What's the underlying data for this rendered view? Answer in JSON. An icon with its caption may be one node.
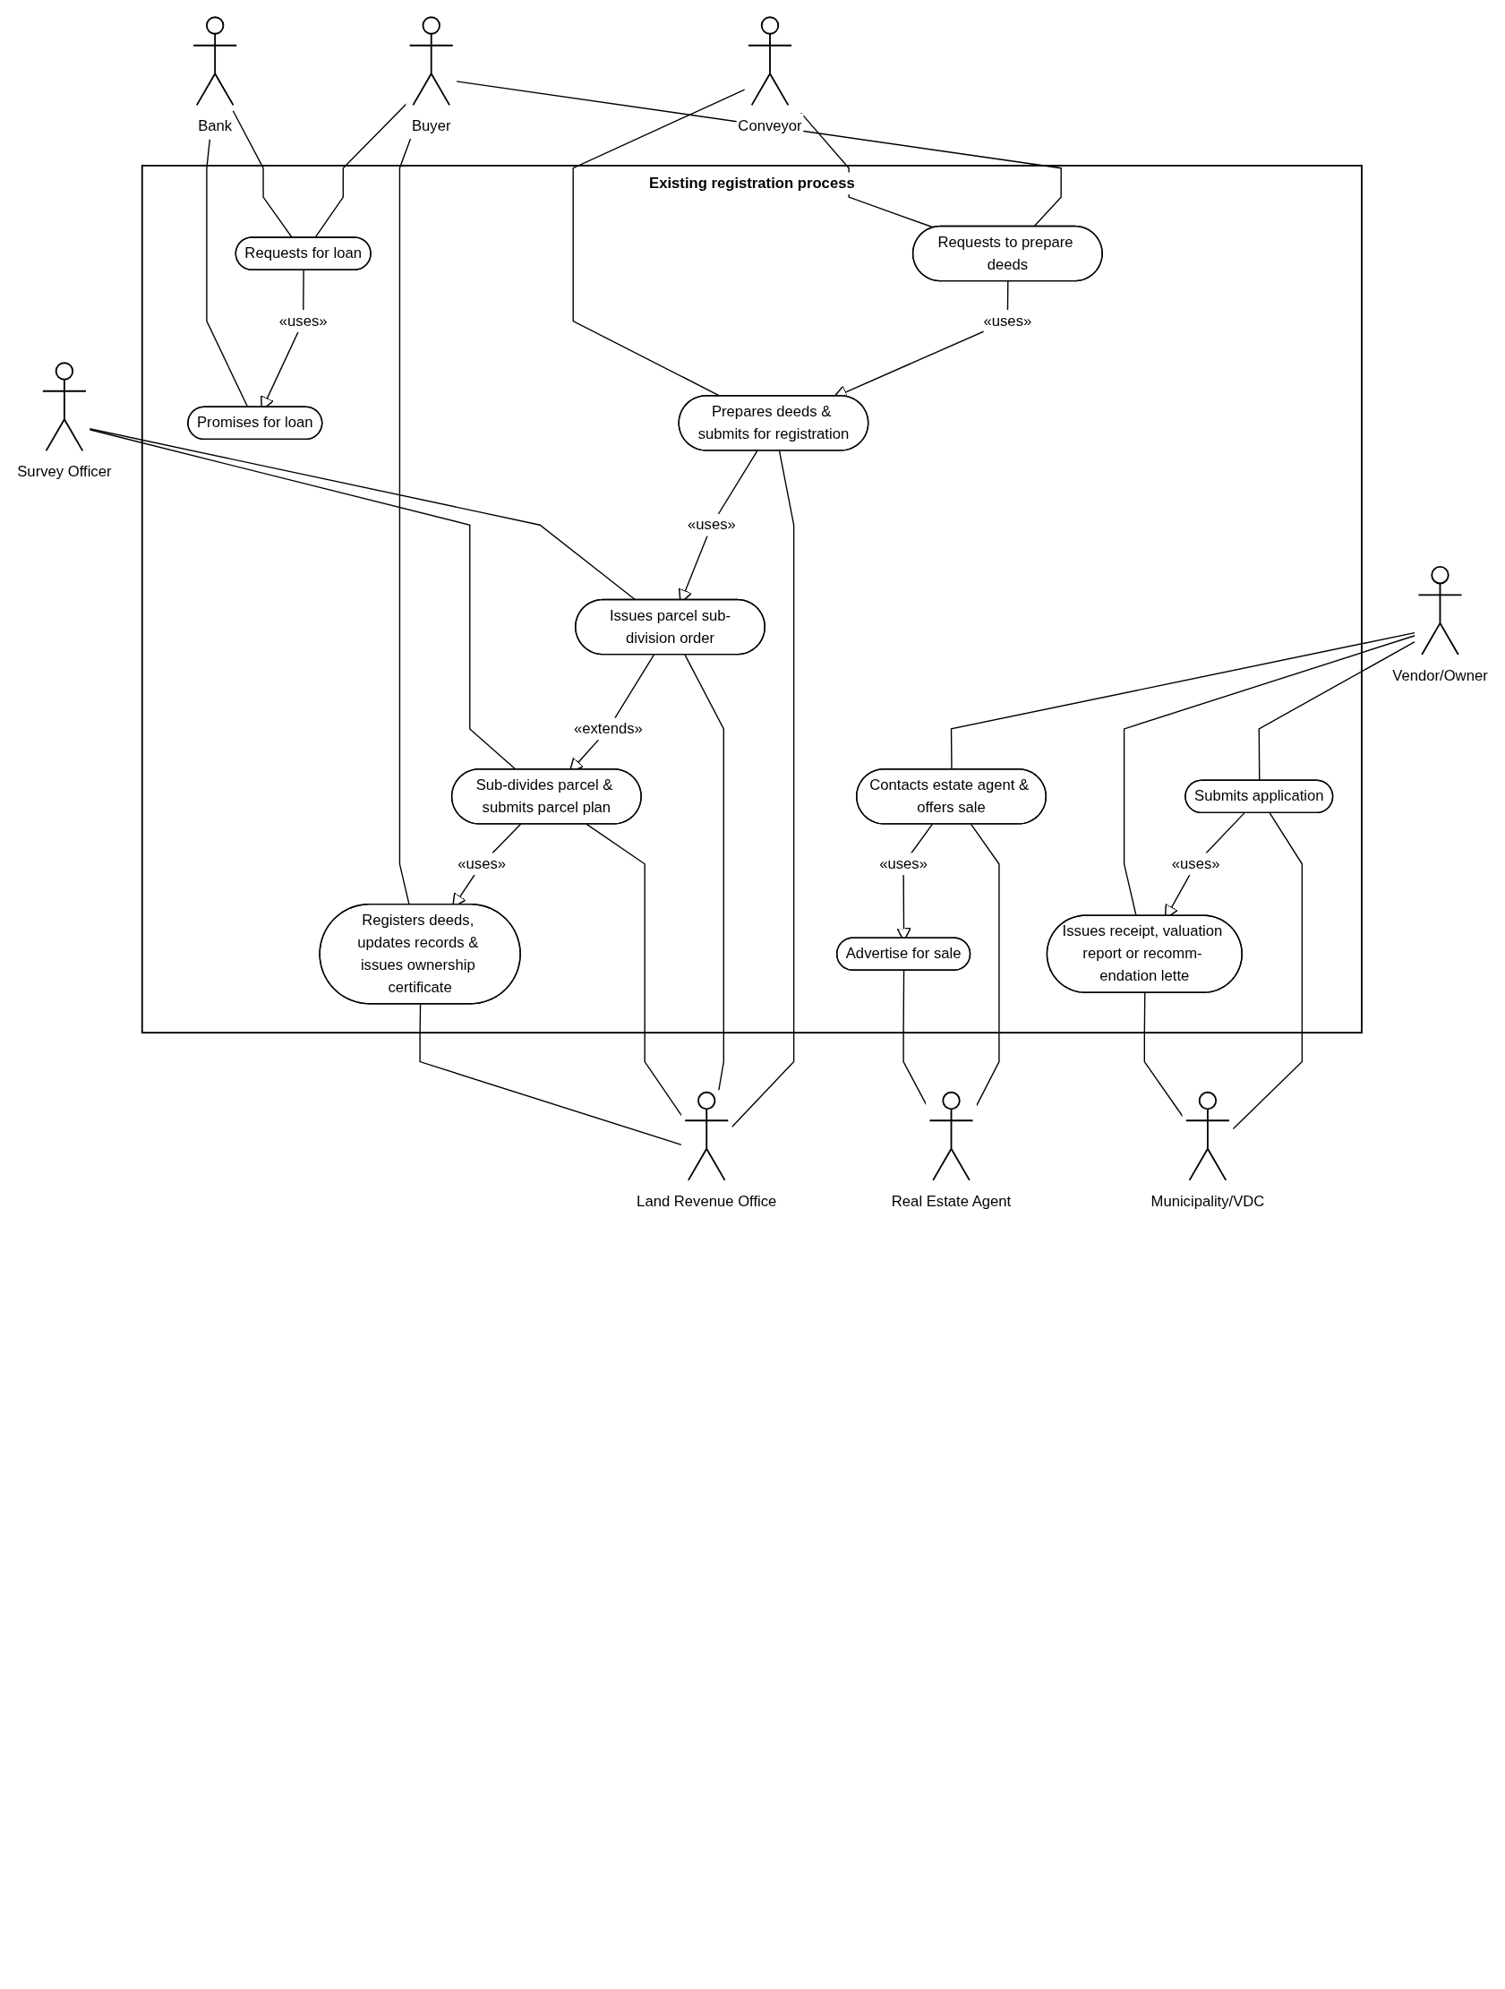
{
  "diagram": {
    "nodes": [
      {
        "text": [
          "Existing registration process"
        ]
      },
      {
        "text": [
          "Contacts estate agent & offers sale"
        ],
        "in": 0
      },
      {
        "text": [
          "Advertise for sale"
        ],
        "in": 0
      },
      {
        "text": [
          "Requests for loan"
        ],
        "in": 0
      },
      {
        "text": [
          "Promises for loan"
        ],
        "in": 0
      },
      {
        "text": [
          "Submits application"
        ],
        "in": 0
      },
      {
        "text": [
          "Issues receipt, valuation report or recomm- endation lette"
        ],
        "in": 0
      },
      {
        "text": [
          "Requests to prepare deeds"
        ],
        "in": 0
      },
      {
        "text": [
          "Prepares deeds & submits for registration"
        ],
        "in": 0
      },
      {
        "text": [
          "Issues parcel sub-division order"
        ],
        "in": 0
      },
      {
        "text": [
          "Sub-divides parcel & submits parcel plan"
        ],
        "in": 0
      },
      {
        "text": [
          "Registers deeds, updates records & issues ownership certificate"
        ],
        "in": 0
      },
      {
        "text": [
          "Vendor/Owner"
        ]
      },
      {
        "text": [
          "Real Estate Agent"
        ]
      },
      {
        "text": [
          "Bank"
        ]
      },
      {
        "text": [
          "Buyer"
        ]
      },
      {
        "text": [
          "Municipality/VDC"
        ]
      },
      {
        "text": [
          "Conveyor"
        ]
      },
      {
        "text": [
          "Land Revenue Office"
        ]
      },
      {
        "text": [
          "Survey Officer"
        ]
      }
    ],
    "edges": [
      {
        "from": 12,
        "to": 1,
        "arrow": "none"
      },
      {
        "from": 1,
        "to": 13,
        "arrow": "none"
      },
      {
        "from": 1,
        "to": 2,
        "arrow": "to",
        "label": "«uses»"
      },
      {
        "from": 2,
        "to": 13,
        "arrow": "none"
      },
      {
        "from": 15,
        "to": 3,
        "arrow": "none"
      },
      {
        "from": 14,
        "to": 3,
        "arrow": "none"
      },
      {
        "from": 3,
        "to": 4,
        "arrow": "to",
        "label": "«uses»"
      },
      {
        "from": 14,
        "to": 4,
        "arrow": "none"
      },
      {
        "from": 12,
        "to": 5,
        "arrow": "none"
      },
      {
        "from": 5,
        "to": 16,
        "arrow": "none"
      },
      {
        "from": 5,
        "to": 6,
        "arrow": "to",
        "label": "«uses»"
      },
      {
        "from": 12,
        "to": 6,
        "arrow": "none"
      },
      {
        "from": 6,
        "to": 16,
        "arrow": "none"
      },
      {
        "from": 15,
        "to": 7,
        "arrow": "none"
      },
      {
        "from": 17,
        "to": 7,
        "arrow": "none"
      },
      {
        "from": 7,
        "to": 8,
        "arrow": "to",
        "label": "«uses»"
      },
      {
        "from": 17,
        "to": 8,
        "arrow": "none"
      },
      {
        "from": 8,
        "to": 18,
        "arrow": "none"
      },
      {
        "from": 8,
        "to": 9,
        "arrow": "to",
        "label": "«uses»"
      },
      {
        "from": 9,
        "to": 18,
        "arrow": "none"
      },
      {
        "from": 19,
        "to": 9,
        "arrow": "none"
      },
      {
        "from": 9,
        "to": 10,
        "arrow": "to",
        "label": "«extends»"
      },
      {
        "from": 10,
        "to": 18,
        "arrow": "none"
      },
      {
        "from": 19,
        "to": 10,
        "arrow": "none"
      },
      {
        "from": 10,
        "to": 11,
        "arrow": "to",
        "label": "«uses»"
      },
      {
        "from": 15,
        "to": 11,
        "arrow": "none"
      },
      {
        "from": 11,
        "to": 18,
        "arrow": "none"
      }
    ]
  }
}
